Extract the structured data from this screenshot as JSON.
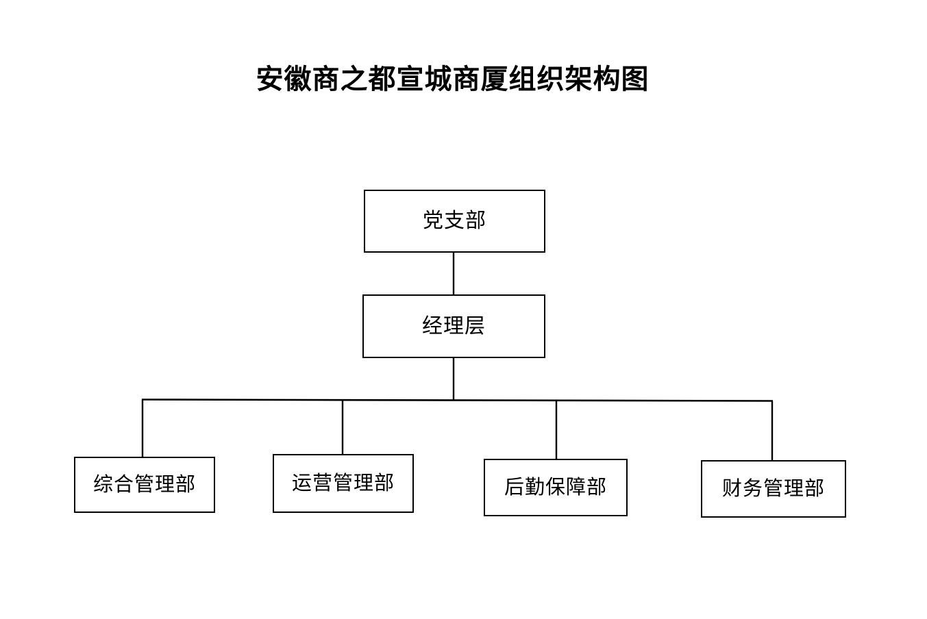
{
  "document": {
    "title": "安徽商之都宣城商厦组织架构图",
    "background_color": "#ffffff",
    "line_color": "#000000",
    "text_color": "#000000"
  },
  "org_chart": {
    "type": "organization-chart",
    "levels": 3,
    "root": {
      "label": "党支部",
      "level": 1
    },
    "manager": {
      "label": "经理层",
      "level": 2
    },
    "departments": [
      {
        "label": "综合管理部",
        "level": 3
      },
      {
        "label": "运营管理部",
        "level": 3
      },
      {
        "label": "后勤保障部",
        "level": 3
      },
      {
        "label": "财务管理部",
        "level": 3
      }
    ],
    "connections": [
      {
        "from": "党支部",
        "to": "经理层"
      },
      {
        "from": "经理层",
        "to": "综合管理部"
      },
      {
        "from": "经理层",
        "to": "运营管理部"
      },
      {
        "from": "经理层",
        "to": "后勤保障部"
      },
      {
        "from": "经理层",
        "to": "财务管理部"
      }
    ]
  }
}
